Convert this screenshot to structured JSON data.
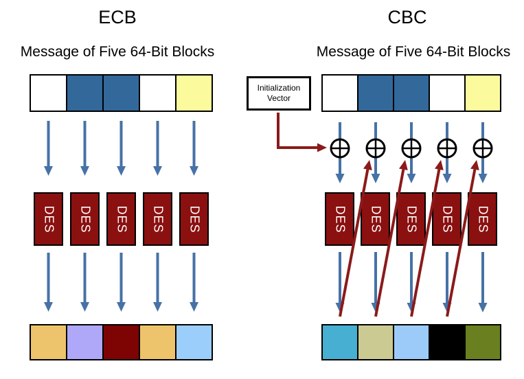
{
  "colors": {
    "arrow_blue": "#4672A6",
    "arrow_red": "#8B1A1A",
    "des_fill": "#8B1010"
  },
  "ecb": {
    "title": "ECB",
    "message_label": "Message of Five 64-Bit Blocks",
    "des_label": "DES",
    "input_blocks": [
      "#FFFFFF",
      "#33689B",
      "#33689B",
      "#FFFFFF",
      "#FBFA9D"
    ],
    "output_blocks": [
      "#EDC46B",
      "#AFA8F8",
      "#7E0303",
      "#EDC46B",
      "#9CCEFB"
    ]
  },
  "cbc": {
    "title": "CBC",
    "message_label": "Message of Five 64-Bit Blocks",
    "des_label": "DES",
    "iv_line1": "Initialization",
    "iv_line2": "Vector",
    "input_blocks": [
      "#FFFFFF",
      "#33689B",
      "#33689B",
      "#FFFFFF",
      "#FBFA9D"
    ],
    "output_blocks": [
      "#47AFD1",
      "#CBCA93",
      "#9CCBFA",
      "#000000",
      "#6A7F1F"
    ]
  }
}
